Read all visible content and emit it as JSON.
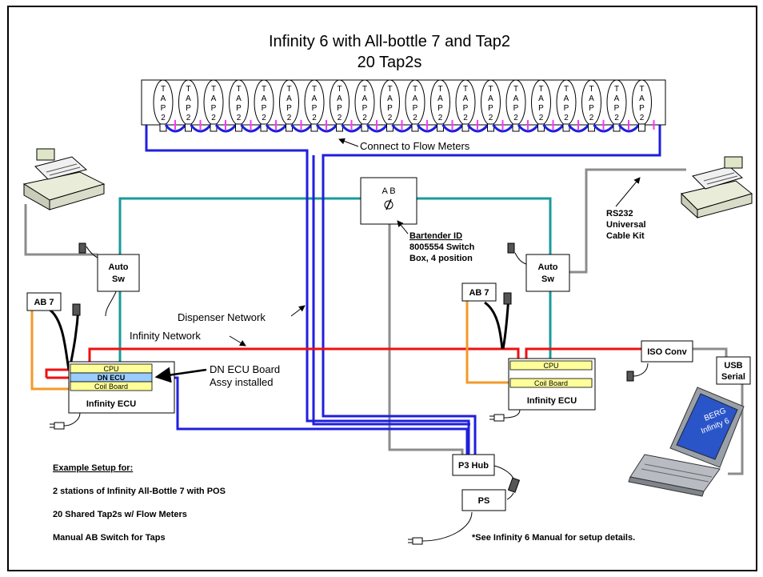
{
  "title": {
    "line1": "Infinity 6 with All-bottle 7 and Tap2",
    "line2": "20 Tap2s"
  },
  "taps": {
    "count": 20,
    "label": [
      "T",
      "A",
      "P",
      "2"
    ]
  },
  "labels": {
    "flow_meters": "Connect to Flow Meters",
    "switch_ab": "A B",
    "bartender_id": "Bartender ID",
    "switch_desc_1": "8005554 Switch",
    "switch_desc_2": "Box, 4 position",
    "rs232_1": "RS232",
    "rs232_2": "Universal",
    "rs232_3": "Cable Kit",
    "auto_sw_1": "Auto",
    "auto_sw_2": "Sw",
    "ab7": "AB 7",
    "dispenser_network": "Dispenser Network",
    "infinity_network": "Infinity Network",
    "cpu": "CPU",
    "dn_ecu": "DN ECU",
    "coil_board": "Coil Board",
    "infinity_ecu": "Infinity ECU",
    "dn_board_1": "DN ECU Board",
    "dn_board_2": "Assy installed",
    "iso_conv": "ISO Conv",
    "usb_1": "USB",
    "usb_2": "Serial",
    "laptop_1": "BERG",
    "laptop_2": "Infinity 6",
    "p3_hub": "P3 Hub",
    "ps": "PS",
    "note": "*See Infinity 6 Manual for setup details."
  },
  "example": {
    "heading": "Example Setup for:",
    "items": [
      "2 stations of Infinity All-Bottle 7 with POS",
      "20 Shared Tap2s w/ Flow Meters",
      "Manual AB Switch for Taps"
    ]
  },
  "colors": {
    "blue": "#1f1fdd",
    "teal": "#1a9a9a",
    "red": "#ee1111",
    "orange": "#f39a2a",
    "gray": "#8c8c8c",
    "magenta": "#ff33ff",
    "yellow": "#ffff99",
    "light_blue": "#99ccff"
  }
}
